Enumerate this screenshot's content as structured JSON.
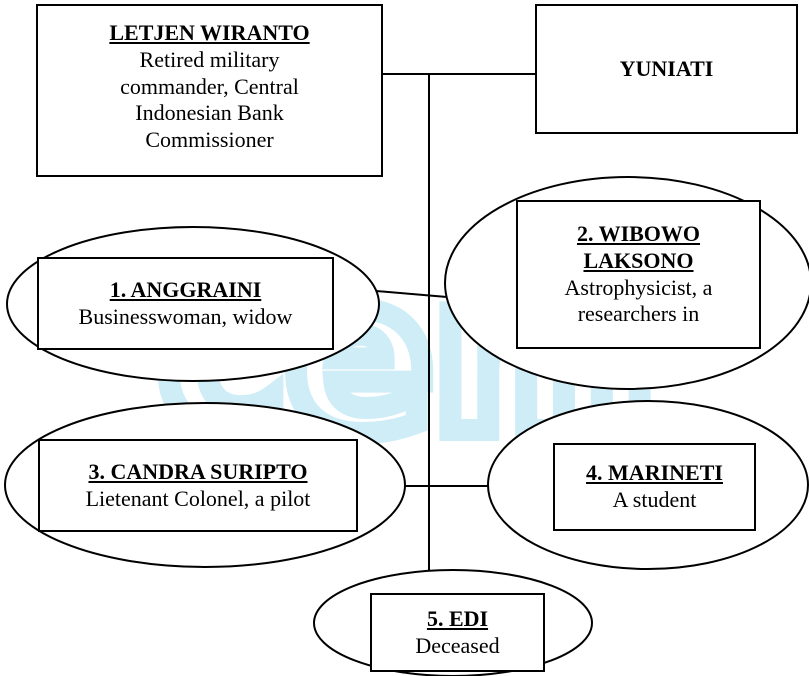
{
  "watermark": {
    "text": "cem",
    "color": "#c9ecf6"
  },
  "persons": {
    "wiranto": {
      "name": "LETJEN WIRANTO",
      "desc": "Retired military commander, Central Indonesian Bank Commissioner"
    },
    "yuniati": {
      "name": "YUNIATI"
    },
    "anggraini": {
      "name": "1. ANGGRAINI",
      "desc": "Businesswoman, widow"
    },
    "wibowo": {
      "name": "2. WIBOWO LAKSONO",
      "desc": "Astrophysicist, a researchers in"
    },
    "candra": {
      "name": "3. CANDRA SURIPTO",
      "desc": "Lietenant Colonel, a pilot"
    },
    "marineti": {
      "name": "4. MARINETI",
      "desc": "A student"
    },
    "edi": {
      "name": "5. EDI",
      "desc": "Deceased"
    }
  }
}
